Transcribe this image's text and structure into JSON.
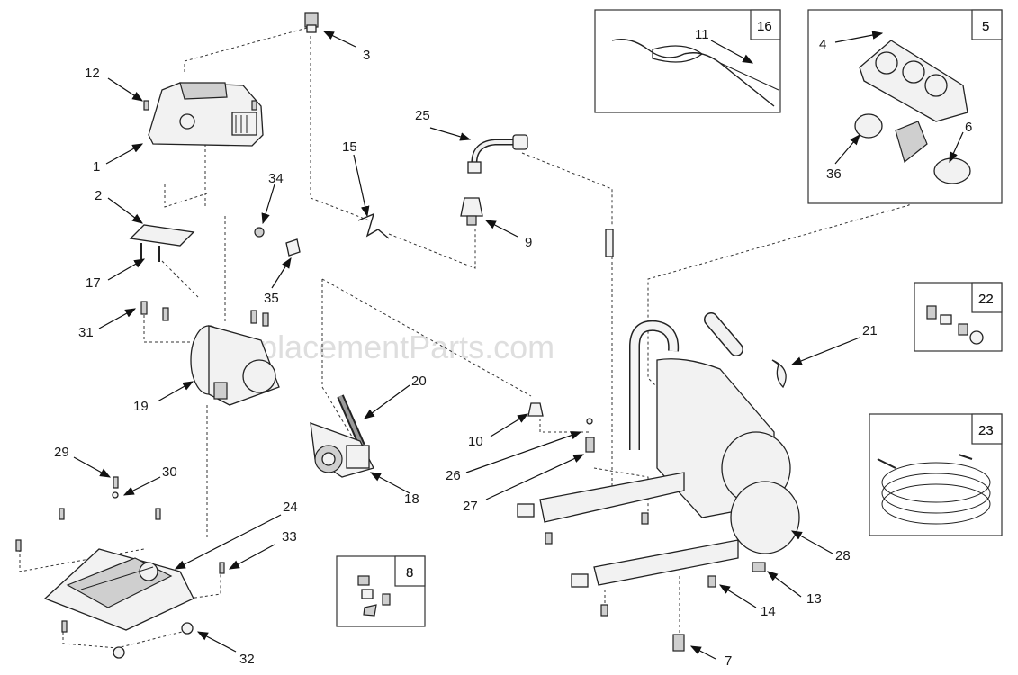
{
  "watermark": "eReplacementParts.com",
  "callouts": [
    "1",
    "2",
    "3",
    "4",
    "5",
    "6",
    "7",
    "8",
    "9",
    "10",
    "11",
    "12",
    "13",
    "14",
    "15",
    "16",
    "17",
    "18",
    "19",
    "20",
    "21",
    "22",
    "23",
    "24",
    "25",
    "26",
    "27",
    "28",
    "29",
    "30",
    "31",
    "32",
    "33",
    "34",
    "35",
    "36"
  ],
  "inset_boxes": [
    "16",
    "5",
    "22",
    "23",
    "8"
  ],
  "icons": [
    "marker-arrow-icon"
  ]
}
